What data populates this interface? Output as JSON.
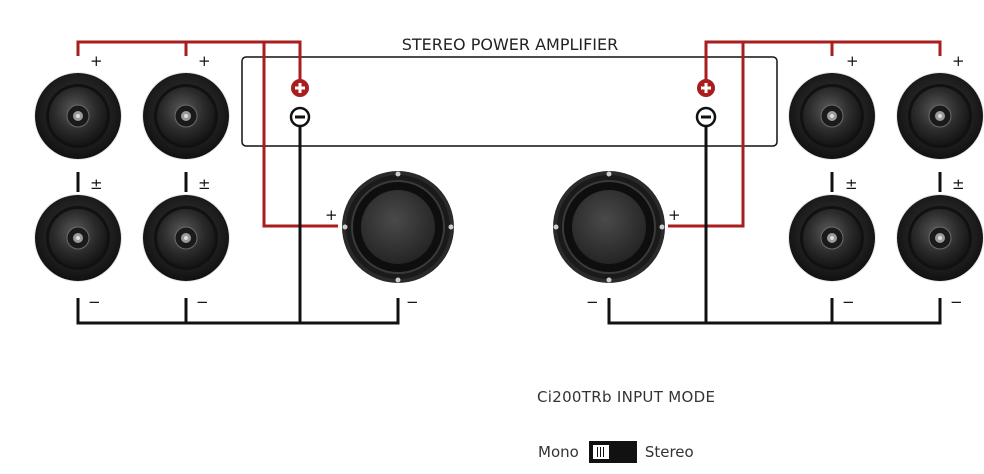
{
  "amplifier": {
    "title": "STEREO POWER AMPLIFIER"
  },
  "terminal_signs": {
    "plus": "+",
    "minus": "−",
    "plus_minus": "±"
  },
  "input_mode": {
    "title": "Ci200TRb INPUT MODE",
    "option_left": "Mono",
    "option_right": "Stereo",
    "selected": "Mono"
  },
  "colors": {
    "positive_wire": "#a81d1d",
    "negative_wire": "#111111",
    "terminal_positive": "#a81d1d"
  },
  "icons": {
    "speaker": "ceiling-speaker-icon",
    "subwoofer": "subwoofer-icon",
    "positive_terminal": "positive-terminal-icon",
    "negative_terminal": "negative-terminal-icon"
  }
}
